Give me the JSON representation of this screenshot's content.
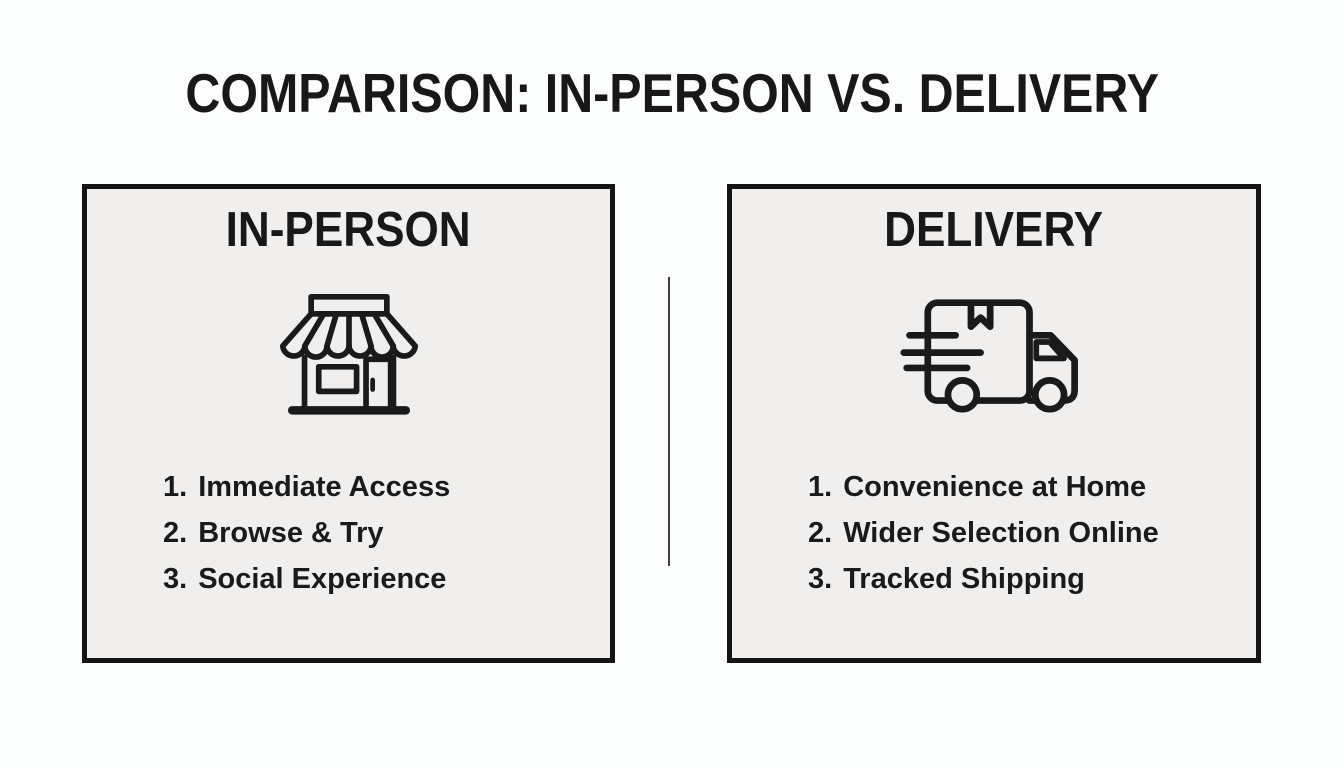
{
  "page": {
    "title": "COMPARISON: IN-PERSON VS. DELIVERY"
  },
  "panels": [
    {
      "heading": "IN-PERSON",
      "icon": "storefront-icon",
      "items": [
        {
          "num": "1.",
          "label": "Immediate Access"
        },
        {
          "num": "2.",
          "label": "Browse & Try"
        },
        {
          "num": "3.",
          "label": "Social Experience"
        }
      ]
    },
    {
      "heading": "DELIVERY",
      "icon": "delivery-truck-icon",
      "items": [
        {
          "num": "1.",
          "label": "Convenience at Home"
        },
        {
          "num": "2.",
          "label": "Wider Selection Online"
        },
        {
          "num": "3.",
          "label": "Tracked Shipping"
        }
      ]
    }
  ],
  "colors": {
    "page_background": "#fcfdfd",
    "panel_background": "#f0efee",
    "panel_border": "#141414",
    "text": "#1a1a1a",
    "icon_stroke": "#1a1a1a",
    "divider": "#404040"
  }
}
